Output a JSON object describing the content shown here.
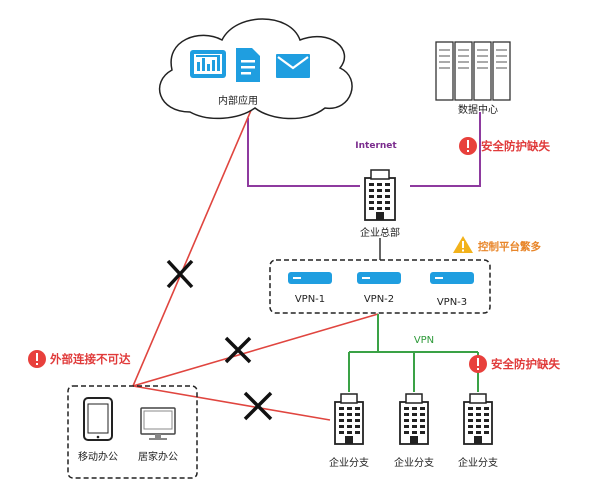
{
  "nodes": {
    "cloud": "内部应用",
    "datacenter": "数据中心",
    "internet": "Internet",
    "hq": "企业总部",
    "vpn1": "VPN-1",
    "vpn2": "VPN-2",
    "vpn3": "VPN-3",
    "vpn_link": "VPN",
    "mobile": "移动办公",
    "home": "居家办公",
    "branch1": "企业分支",
    "branch2": "企业分支",
    "branch3": "企业分支"
  },
  "warnings": {
    "datacenter": "安全防护缺失",
    "control": "控制平台繁多",
    "external": "外部连接不可达",
    "branch": "安全防护缺失"
  },
  "colors": {
    "red_line": "#e0453f",
    "purple_line": "#8e3a9f",
    "green_line": "#3aa246",
    "alert_red": "#e8403c",
    "alert_orange": "#f2b21b",
    "app_blue": "#1f9ee0"
  }
}
